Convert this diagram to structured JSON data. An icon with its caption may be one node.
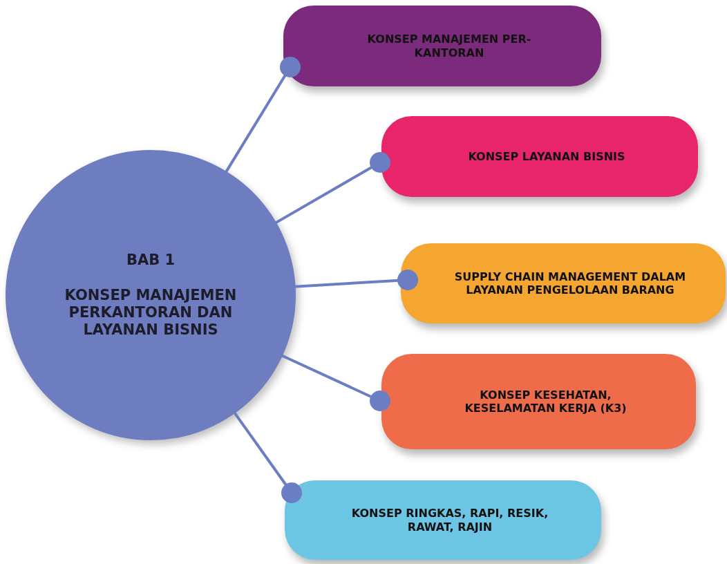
{
  "diagram": {
    "nodes": [
      {
        "text": [
          "BAB 1",
          "KONSEP MANAJEMEN PERKANTORAN DAN LAYANAN BISNIS"
        ]
      },
      {
        "text": [
          "KONSEP MANAJEMEN PER-KANTORAN"
        ]
      },
      {
        "text": [
          "KONSEP LAYANAN BISNIS"
        ]
      },
      {
        "text": [
          "SUPPLY CHAIN MANAGEMENT DALAM LAYANAN PENGELOLAAN BARANG"
        ]
      },
      {
        "text": [
          "KONSEP KESEHATAN, KESELAMATAN KERJA (K3)"
        ]
      },
      {
        "text": [
          "KONSEP RINGKAS, RAPI, RESIK, RAWAT, RAJIN"
        ]
      }
    ],
    "edges": [
      {
        "from": 0,
        "to": 1,
        "arrow": "other"
      },
      {
        "from": 0,
        "to": 2,
        "arrow": "other"
      },
      {
        "from": 0,
        "to": 3,
        "arrow": "other"
      },
      {
        "from": 0,
        "to": 4,
        "arrow": "other"
      },
      {
        "from": 0,
        "to": 5,
        "arrow": "other"
      }
    ]
  }
}
